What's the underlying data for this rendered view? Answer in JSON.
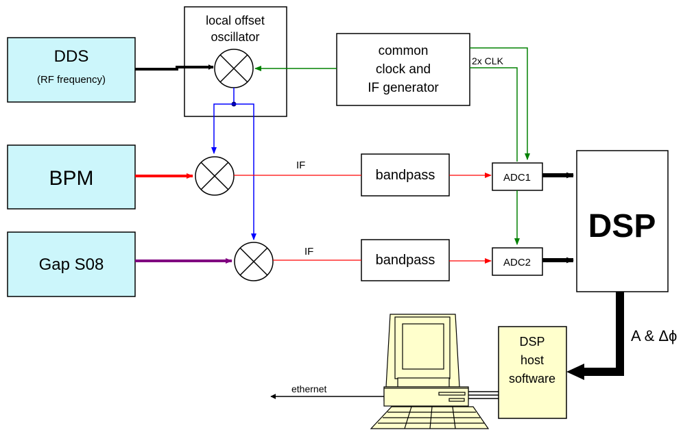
{
  "blocks": {
    "dds": {
      "title": "DDS",
      "subtitle": "(RF frequency)"
    },
    "local_oscillator": {
      "line1": "local offset",
      "line2": "oscillator"
    },
    "clock_generator": {
      "line1": "common",
      "line2": "clock and",
      "line3": "IF generator"
    },
    "bpm": {
      "title": "BPM"
    },
    "gap": {
      "title": "Gap S08"
    },
    "bandpass_1": {
      "title": "bandpass"
    },
    "bandpass_2": {
      "title": "bandpass"
    },
    "adc1": {
      "title": "ADC1"
    },
    "adc2": {
      "title": "ADC2"
    },
    "dsp": {
      "title": "DSP"
    },
    "dsp_host": {
      "line1": "DSP",
      "line2": "host",
      "line3": "software"
    }
  },
  "labels": {
    "clk": "2x CLK",
    "if_1": "IF",
    "if_2": "IF",
    "amp_phase": "A & Δϕ",
    "ethernet": "ethernet"
  },
  "colors": {
    "block_fill": "#ccf6fb",
    "host_fill": "#ffffcc",
    "rf_red": "#ff0000",
    "gap_purple": "#800080",
    "lo_blue": "#0000ff",
    "clock_green": "#008000",
    "dark_blue": "#000080"
  }
}
